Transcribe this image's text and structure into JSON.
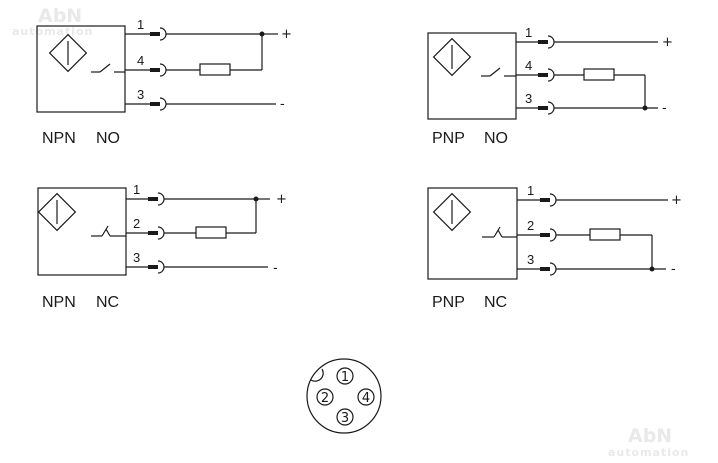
{
  "watermark": {
    "brand": "AbN",
    "sub": "automation"
  },
  "diagrams": [
    {
      "type": "NPN",
      "contact": "NO",
      "pins": [
        "1",
        "4",
        "3"
      ],
      "plus": "+",
      "minus": "-"
    },
    {
      "type": "PNP",
      "contact": "NO",
      "pins": [
        "1",
        "4",
        "3"
      ],
      "plus": "+",
      "minus": "-"
    },
    {
      "type": "NPN",
      "contact": "NC",
      "pins": [
        "1",
        "2",
        "3"
      ],
      "plus": "+",
      "minus": "-"
    },
    {
      "type": "PNP",
      "contact": "NC",
      "pins": [
        "1",
        "2",
        "3"
      ],
      "plus": "+",
      "minus": "-"
    }
  ],
  "connector": {
    "pins": [
      "1",
      "2",
      "4",
      "3"
    ]
  }
}
